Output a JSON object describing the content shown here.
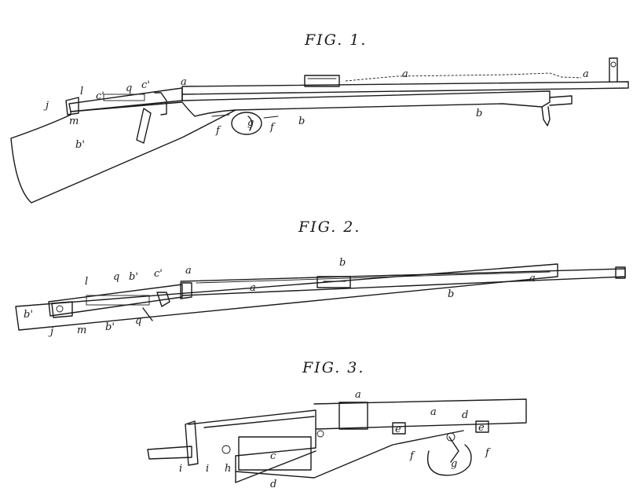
{
  "figures": [
    {
      "title": "FIG. 1.",
      "labels": {
        "a1": "a",
        "a2": "a",
        "a3": "a",
        "b1": "b",
        "b2": "b",
        "b_prime": "b'",
        "c_prime1": "c'",
        "c_prime2": "c'",
        "q": "q",
        "l": "l",
        "j": "j",
        "m": "m",
        "f1": "f",
        "f2": "f",
        "g": "g"
      }
    },
    {
      "title": "FIG. 2.",
      "labels": {
        "b_top": "b",
        "a1": "a",
        "a2": "a",
        "a3": "a",
        "b_bottom": "b",
        "l": "l",
        "q1": "q",
        "b_prime1": "b'",
        "c_prime": "c'",
        "b_prime_left": "b'",
        "j": "j",
        "m": "m",
        "b_prime2": "b'",
        "q2": "q"
      }
    },
    {
      "title": "FIG. 3.",
      "labels": {
        "a1": "a",
        "a2": "a",
        "d1": "d",
        "e1": "e",
        "e2": "e",
        "c": "c",
        "f1": "f",
        "f2": "f",
        "g": "g",
        "i1": "i",
        "i2": "i",
        "h": "h",
        "d2": "d"
      }
    }
  ]
}
